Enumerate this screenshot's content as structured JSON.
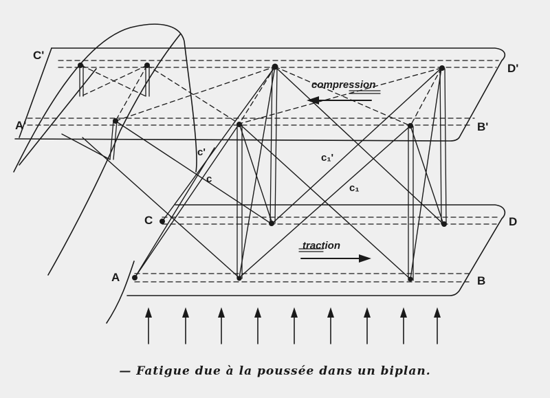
{
  "diagram": {
    "points": {
      "C_prime": "C'",
      "D_prime": "D'",
      "A_prime": "A'",
      "B_prime": "B'",
      "C": "C",
      "D": "D",
      "A": "A",
      "B": "B"
    },
    "members": {
      "c_prime": "c'",
      "c": "c",
      "c1_prime": "c₁'",
      "c1": "c₁"
    },
    "labels": {
      "compression": "compression",
      "traction": "traction"
    },
    "caption": "— Fatigue due à la poussée dans un biplan."
  }
}
